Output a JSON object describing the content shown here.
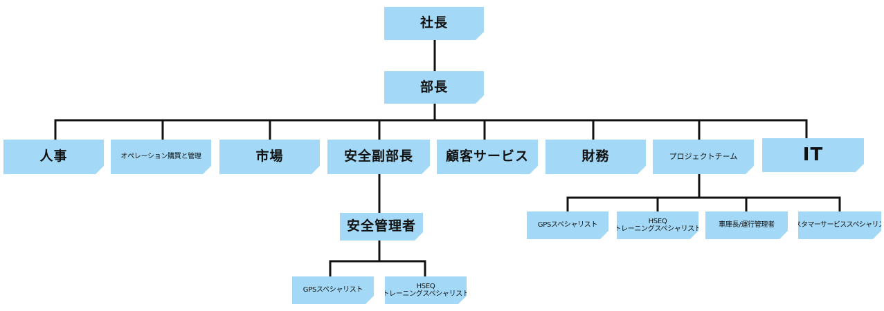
{
  "org_chart": {
    "president": "社長",
    "general_manager": "部長",
    "departments": {
      "hr": "人事",
      "operations_procurement": "オペレーション購買と管理",
      "market": "市場",
      "deputy_safety_manager": "安全副部長",
      "customer_service": "顧客サービス",
      "finance": "財務",
      "project_team": "プロジェクトチーム",
      "it": "IT"
    },
    "safety_branch": {
      "safety_manager": "安全管理者",
      "gps_specialist": "GPSスペシャリスト",
      "hseq_line1": "HSEQ",
      "hseq_line2": "トレーニングスペシャリスト"
    },
    "project_branch": {
      "gps_specialist": "GPSスペシャリスト",
      "hseq_line1": "HSEQ",
      "hseq_line2": "トレーニングスペシャリスト",
      "fleet_manager": "車庫長/運行管理者",
      "customer_specialist": "カスタマーサービススペシャリスト"
    }
  },
  "colors": {
    "box_fill": "#a3d9f6",
    "connector": "#111111"
  }
}
